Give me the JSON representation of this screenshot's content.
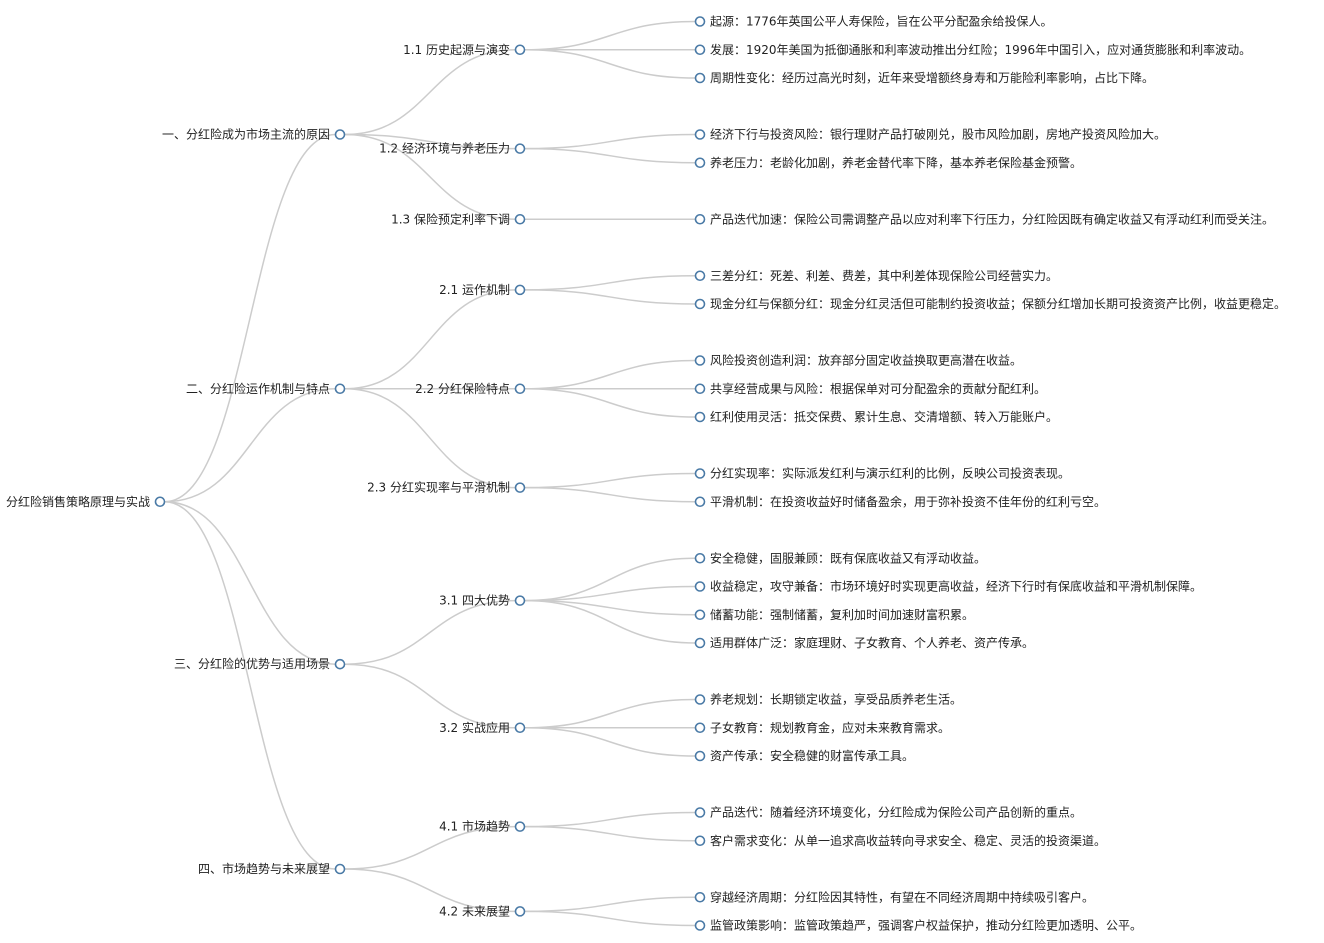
{
  "root": {
    "label": "分红险销售策略原理与实战",
    "children": [
      {
        "label": "一、分红险成为市场主流的原因",
        "children": [
          {
            "label": "1.1 历史起源与演变",
            "children": [
              {
                "label": "起源：1776年英国公平人寿保险，旨在公平分配盈余给投保人。"
              },
              {
                "label": "发展：1920年美国为抵御通胀和利率波动推出分红险；1996年中国引入，应对通货膨胀和利率波动。"
              },
              {
                "label": "周期性变化：经历过高光时刻，近年来受增额终身寿和万能险利率影响，占比下降。"
              }
            ]
          },
          {
            "label": "1.2 经济环境与养老压力",
            "children": [
              {
                "label": "经济下行与投资风险：银行理财产品打破刚兑，股市风险加剧，房地产投资风险加大。"
              },
              {
                "label": "养老压力：老龄化加剧，养老金替代率下降，基本养老保险基金预警。"
              }
            ]
          },
          {
            "label": "1.3 保险预定利率下调",
            "children": [
              {
                "label": "产品迭代加速：保险公司需调整产品以应对利率下行压力，分红险因既有确定收益又有浮动红利而受关注。"
              }
            ]
          }
        ]
      },
      {
        "label": "二、分红险运作机制与特点",
        "children": [
          {
            "label": "2.1 运作机制",
            "children": [
              {
                "label": "三差分红：死差、利差、费差，其中利差体现保险公司经营实力。"
              },
              {
                "label": "现金分红与保额分红：现金分红灵活但可能制约投资收益；保额分红增加长期可投资资产比例，收益更稳定。"
              }
            ]
          },
          {
            "label": "2.2 分红保险特点",
            "children": [
              {
                "label": "风险投资创造利润：放弃部分固定收益换取更高潜在收益。"
              },
              {
                "label": "共享经营成果与风险：根据保单对可分配盈余的贡献分配红利。"
              },
              {
                "label": "红利使用灵活：抵交保费、累计生息、交清增额、转入万能账户。"
              }
            ]
          },
          {
            "label": "2.3 分红实现率与平滑机制",
            "children": [
              {
                "label": "分红实现率：实际派发红利与演示红利的比例，反映公司投资表现。"
              },
              {
                "label": "平滑机制：在投资收益好时储备盈余，用于弥补投资不佳年份的红利亏空。"
              }
            ]
          }
        ]
      },
      {
        "label": "三、分红险的优势与适用场景",
        "children": [
          {
            "label": "3.1 四大优势",
            "children": [
              {
                "label": "安全稳健，固服兼顾：既有保底收益又有浮动收益。"
              },
              {
                "label": "收益稳定，攻守兼备：市场环境好时实现更高收益，经济下行时有保底收益和平滑机制保障。"
              },
              {
                "label": "储蓄功能：强制储蓄，复利加时间加速财富积累。"
              },
              {
                "label": "适用群体广泛：家庭理财、子女教育、个人养老、资产传承。"
              }
            ]
          },
          {
            "label": "3.2 实战应用",
            "children": [
              {
                "label": "养老规划：长期锁定收益，享受品质养老生活。"
              },
              {
                "label": "子女教育：规划教育金，应对未来教育需求。"
              },
              {
                "label": "资产传承：安全稳健的财富传承工具。"
              }
            ]
          }
        ]
      },
      {
        "label": "四、市场趋势与未来展望",
        "children": [
          {
            "label": "4.1 市场趋势",
            "children": [
              {
                "label": "产品迭代：随着经济环境变化，分红险成为保险公司产品创新的重点。"
              },
              {
                "label": "客户需求变化：从单一追求高收益转向寻求安全、稳定、灵活的投资渠道。"
              }
            ]
          },
          {
            "label": "4.2 未来展望",
            "children": [
              {
                "label": "穿越经济周期：分红险因其特性，有望在不同经济周期中持续吸引客户。"
              },
              {
                "label": "监管政策影响：监管政策趋严，强调客户权益保护，推动分红险更加透明、公平。"
              }
            ]
          }
        ]
      }
    ]
  },
  "colors": {
    "link": "#cccccc",
    "node_stroke": "#4a7aa6",
    "node_fill": "#ffffff",
    "text": "#222222"
  }
}
